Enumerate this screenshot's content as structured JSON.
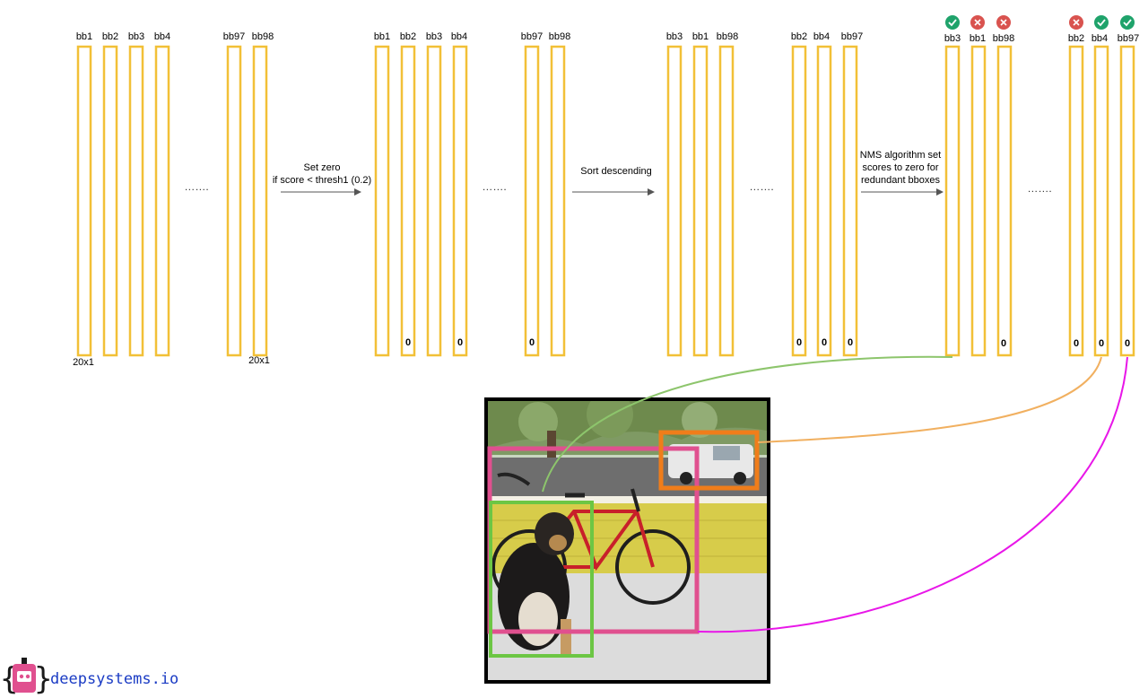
{
  "colors": {
    "bar": "#f2c037",
    "check": "#1fa36b",
    "cross": "#d9534f",
    "bike_box": "#e0508f",
    "dog_box": "#6cc644",
    "car_box": "#f07d1a",
    "curve_green": "#8dc56c",
    "curve_orange": "#f1b060",
    "curve_magenta": "#e817e8",
    "logo": "#e0508f",
    "logo_text": "#1a3bc4"
  },
  "groups": [
    {
      "bars": [
        {
          "label": "bb1"
        },
        {
          "label": "bb2"
        },
        {
          "label": "bb3"
        },
        {
          "label": "bb4"
        },
        {
          "label": "bb97"
        },
        {
          "label": "bb98"
        }
      ],
      "dims": [
        "20x1",
        "20x1"
      ],
      "ellipsis": "……."
    },
    {
      "bars": [
        {
          "label": "bb1"
        },
        {
          "label": "bb2",
          "value": "0"
        },
        {
          "label": "bb3"
        },
        {
          "label": "bb4",
          "value": "0"
        },
        {
          "label": "bb97",
          "value": "0"
        },
        {
          "label": "bb98"
        }
      ],
      "ellipsis": "……."
    },
    {
      "bars": [
        {
          "label": "bb3"
        },
        {
          "label": "bb1"
        },
        {
          "label": "bb98"
        },
        {
          "label": "bb2",
          "value": "0"
        },
        {
          "label": "bb4",
          "value": "0"
        },
        {
          "label": "bb97",
          "value": "0"
        }
      ],
      "ellipsis": "……."
    },
    {
      "bars": [
        {
          "label": "bb3",
          "status": "check"
        },
        {
          "label": "bb1",
          "status": "cross"
        },
        {
          "label": "bb98",
          "status": "cross",
          "value": "0"
        },
        {
          "label": "bb2",
          "status": "cross",
          "value": "0"
        },
        {
          "label": "bb4",
          "status": "check",
          "value": "0"
        },
        {
          "label": "bb97",
          "status": "check",
          "value": "0"
        }
      ],
      "ellipsis": "……."
    }
  ],
  "steps": [
    {
      "lines": [
        "Set zero",
        "if score < thresh1 (0.2)"
      ]
    },
    {
      "lines": [
        "Sort descending"
      ]
    },
    {
      "lines": [
        "NMS algorithm set",
        "scores to zero for",
        "redundant bboxes"
      ]
    }
  ],
  "photo": {
    "boxes": [
      {
        "name": "bicycle-box",
        "color_key": "bike_box"
      },
      {
        "name": "dog-box",
        "color_key": "dog_box"
      },
      {
        "name": "car-box",
        "color_key": "car_box"
      }
    ]
  },
  "logo": {
    "text": "deepsystems.io",
    "icon": "robot-icon"
  }
}
